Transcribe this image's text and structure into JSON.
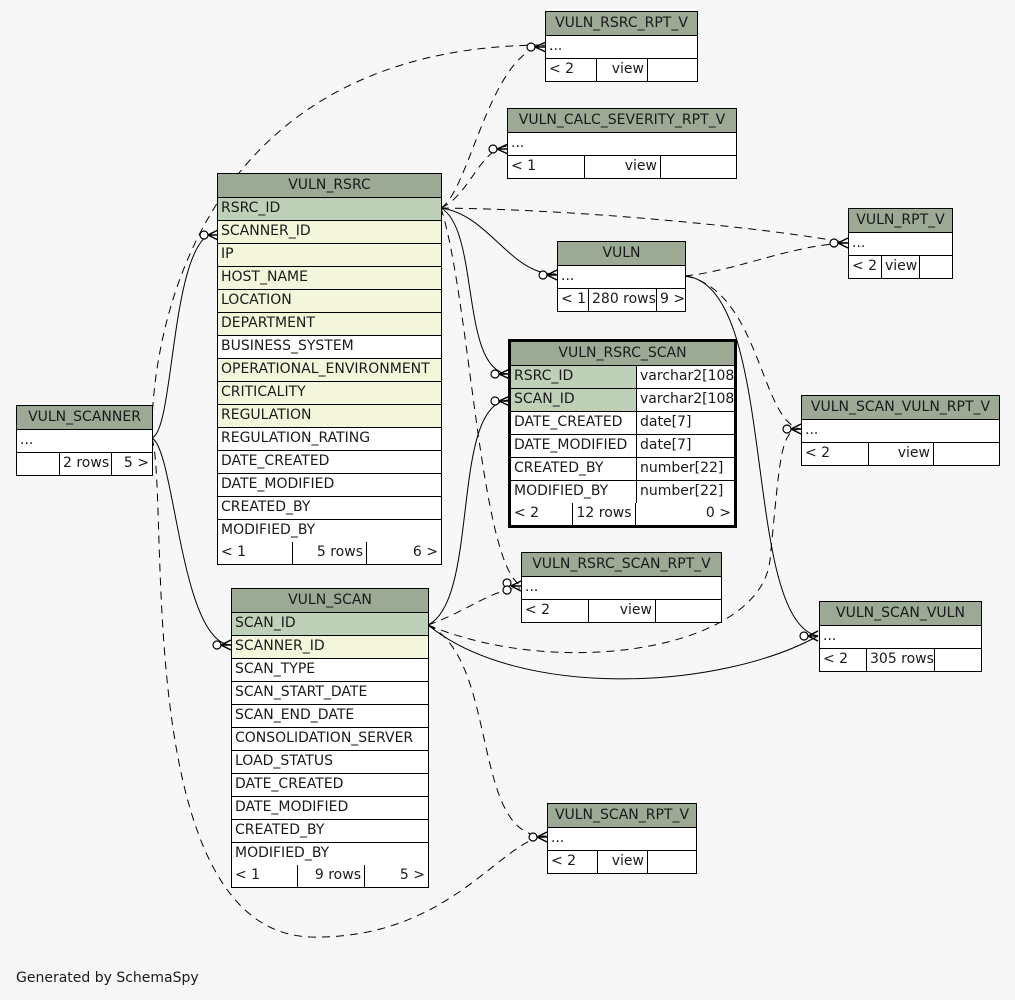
{
  "diagram": {
    "footer": "Generated by SchemaSpy",
    "colors": {
      "header": "#9caa95",
      "primary_key": "#bfd0b9",
      "foreign_key": "#f4f6dc",
      "background": "#f7f7f7"
    }
  },
  "tables": {
    "vuln_rsrc_rpt_v": {
      "name": "VULN_RSRC_RPT_V",
      "rows": [
        "..."
      ],
      "footer": [
        "< 2",
        "view",
        ""
      ]
    },
    "vuln_calc_severity_rpt_v": {
      "name": "VULN_CALC_SEVERITY_RPT_V",
      "rows": [
        "..."
      ],
      "footer": [
        "< 1",
        "view",
        ""
      ]
    },
    "vuln_rpt_v": {
      "name": "VULN_RPT_V",
      "rows": [
        "..."
      ],
      "footer": [
        "< 2",
        "view",
        ""
      ]
    },
    "vuln": {
      "name": "VULN",
      "rows": [
        "..."
      ],
      "footer": [
        "< 1",
        "280 rows",
        "9 >"
      ]
    },
    "vuln_rsrc": {
      "name": "VULN_RSRC",
      "columns": [
        {
          "name": "RSRC_ID",
          "kind": "pk"
        },
        {
          "name": "SCANNER_ID",
          "kind": "fk"
        },
        {
          "name": "IP",
          "kind": "fk"
        },
        {
          "name": "HOST_NAME",
          "kind": "fk"
        },
        {
          "name": "LOCATION",
          "kind": "fk"
        },
        {
          "name": "DEPARTMENT",
          "kind": "fk"
        },
        {
          "name": "BUSINESS_SYSTEM",
          "kind": "plain"
        },
        {
          "name": "OPERATIONAL_ENVIRONMENT",
          "kind": "fk"
        },
        {
          "name": "CRITICALITY",
          "kind": "fk"
        },
        {
          "name": "REGULATION",
          "kind": "fk"
        },
        {
          "name": "REGULATION_RATING",
          "kind": "plain"
        },
        {
          "name": "DATE_CREATED",
          "kind": "plain"
        },
        {
          "name": "DATE_MODIFIED",
          "kind": "plain"
        },
        {
          "name": "CREATED_BY",
          "kind": "plain"
        },
        {
          "name": "MODIFIED_BY",
          "kind": "plain"
        }
      ],
      "footer": [
        "< 1",
        "5 rows",
        "6 >"
      ]
    },
    "vuln_rsrc_scan": {
      "name": "VULN_RSRC_SCAN",
      "columns": [
        {
          "name": "RSRC_ID",
          "type": "varchar2[108]",
          "kind": "pk"
        },
        {
          "name": "SCAN_ID",
          "type": "varchar2[108]",
          "kind": "pk"
        },
        {
          "name": "DATE_CREATED",
          "type": "date[7]",
          "kind": "plain"
        },
        {
          "name": "DATE_MODIFIED",
          "type": "date[7]",
          "kind": "plain"
        },
        {
          "name": "CREATED_BY",
          "type": "number[22]",
          "kind": "plain"
        },
        {
          "name": "MODIFIED_BY",
          "type": "number[22]",
          "kind": "plain"
        }
      ],
      "footer": [
        "< 2",
        "12 rows",
        "0 >"
      ]
    },
    "vuln_scan_vuln_rpt_v": {
      "name": "VULN_SCAN_VULN_RPT_V",
      "rows": [
        "..."
      ],
      "footer": [
        "< 2",
        "view",
        ""
      ]
    },
    "vuln_scanner": {
      "name": "VULN_SCANNER",
      "rows": [
        "..."
      ],
      "footer": [
        "",
        "2 rows",
        "5 >"
      ]
    },
    "vuln_rsrc_scan_rpt_v": {
      "name": "VULN_RSRC_SCAN_RPT_V",
      "rows": [
        "..."
      ],
      "footer": [
        "< 2",
        "view",
        ""
      ]
    },
    "vuln_scan_vuln": {
      "name": "VULN_SCAN_VULN",
      "rows": [
        "..."
      ],
      "footer": [
        "< 2",
        "305 rows",
        ""
      ]
    },
    "vuln_scan": {
      "name": "VULN_SCAN",
      "columns": [
        {
          "name": "SCAN_ID",
          "kind": "pk"
        },
        {
          "name": "SCANNER_ID",
          "kind": "fk"
        },
        {
          "name": "SCAN_TYPE",
          "kind": "plain"
        },
        {
          "name": "SCAN_START_DATE",
          "kind": "plain"
        },
        {
          "name": "SCAN_END_DATE",
          "kind": "plain"
        },
        {
          "name": "CONSOLIDATION_SERVER",
          "kind": "plain"
        },
        {
          "name": "LOAD_STATUS",
          "kind": "plain"
        },
        {
          "name": "DATE_CREATED",
          "kind": "plain"
        },
        {
          "name": "DATE_MODIFIED",
          "kind": "plain"
        },
        {
          "name": "CREATED_BY",
          "kind": "plain"
        },
        {
          "name": "MODIFIED_BY",
          "kind": "plain"
        }
      ],
      "footer": [
        "< 1",
        "9 rows",
        "5 >"
      ]
    },
    "vuln_scan_rpt_v": {
      "name": "VULN_SCAN_RPT_V",
      "rows": [
        "..."
      ],
      "footer": [
        "< 2",
        "view",
        ""
      ]
    }
  }
}
